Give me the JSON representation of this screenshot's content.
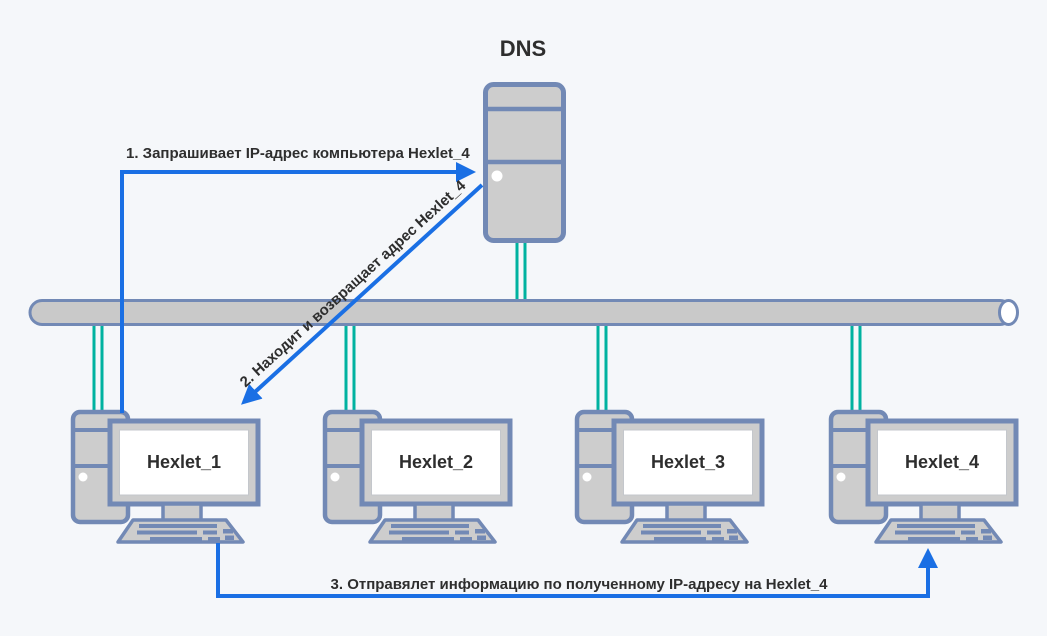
{
  "dns_server": {
    "label": "DNS"
  },
  "computers": [
    {
      "label": "Hexlet_1"
    },
    {
      "label": "Hexlet_2"
    },
    {
      "label": "Hexlet_3"
    },
    {
      "label": "Hexlet_4"
    }
  ],
  "steps": [
    {
      "label": "1. Запрашивает IP-адрес компьютера Hexlet_4"
    },
    {
      "label": "2. Находит и возвращает адрес Hexlet_4"
    },
    {
      "label": "3. Отправялет информацию по полученному IP-адресу на Hexlet_4"
    }
  ],
  "colors": {
    "background": "#f5f7fa",
    "arrow_blue": "#1a6fe4",
    "cable_teal": "#00b2a0",
    "device_fill": "#cdcdcd",
    "device_border": "#7289b5",
    "bus_fill": "#c9c9c9",
    "screen_white": "#ffffff",
    "label_text": "#2e2e2e"
  }
}
